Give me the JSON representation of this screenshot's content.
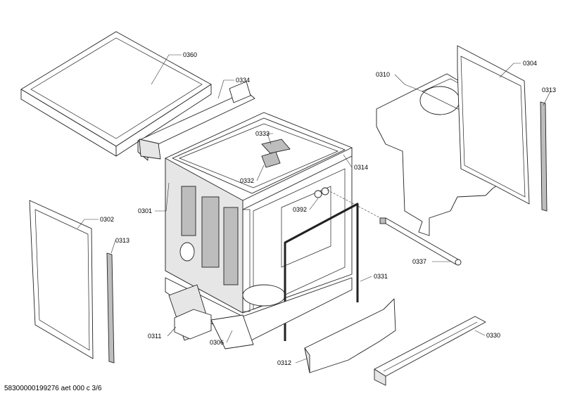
{
  "parts": [
    {
      "id": "p0360",
      "number": "0360"
    },
    {
      "id": "p0334",
      "number": "0334"
    },
    {
      "id": "p0333",
      "number": "0333"
    },
    {
      "id": "p0332",
      "number": "0332"
    },
    {
      "id": "p0314",
      "number": "0314"
    },
    {
      "id": "p0301",
      "number": "0301"
    },
    {
      "id": "p0392",
      "number": "0392"
    },
    {
      "id": "p0310",
      "number": "0310"
    },
    {
      "id": "p0304",
      "number": "0304"
    },
    {
      "id": "p0313a",
      "number": "0313"
    },
    {
      "id": "p0302",
      "number": "0302"
    },
    {
      "id": "p0313b",
      "number": "0313"
    },
    {
      "id": "p0337",
      "number": "0337"
    },
    {
      "id": "p0331",
      "number": "0331"
    },
    {
      "id": "p0311",
      "number": "0311"
    },
    {
      "id": "p0306",
      "number": "0306"
    },
    {
      "id": "p0312",
      "number": "0312"
    },
    {
      "id": "p0330",
      "number": "0330"
    }
  ],
  "footer": "58300000199276 aet 000 c 3/6"
}
